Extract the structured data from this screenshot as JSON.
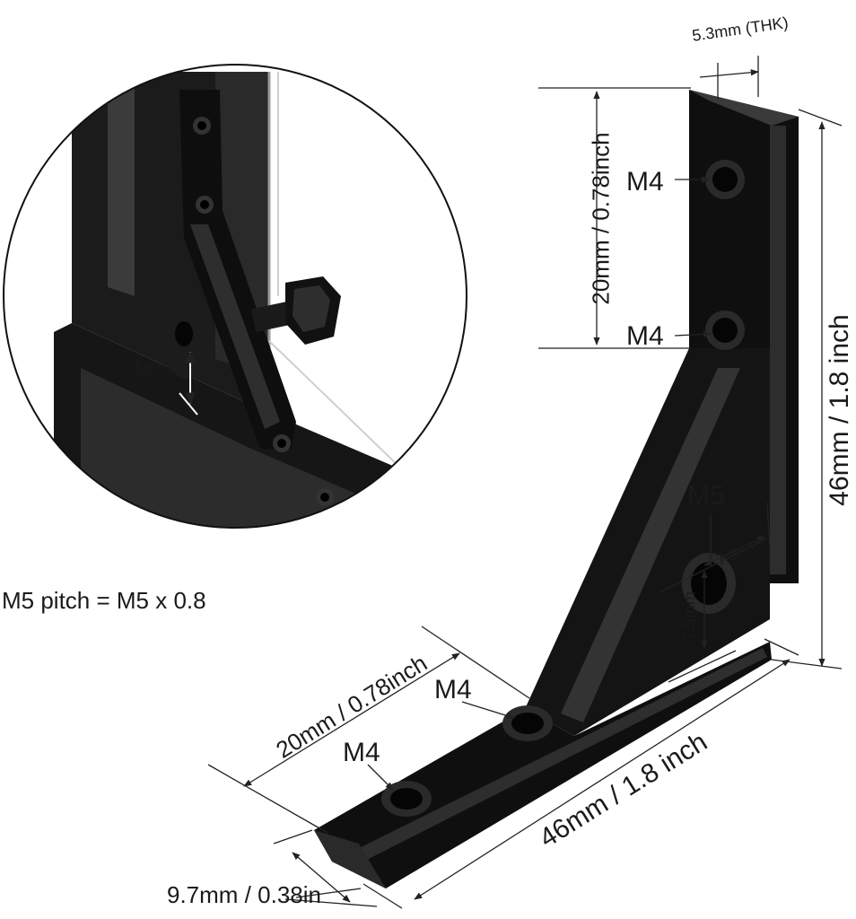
{
  "note": {
    "pitch_text": "M5 pitch = M5 x 0.8"
  },
  "detail": {
    "slot_label": "5mm"
  },
  "dimensions": {
    "thickness": "5.3mm (THK)",
    "vertical_hole_spacing": "20mm / 0.78inch",
    "height": "46mm / 1.8 inch",
    "horizontal_hole_spacing": "20mm / 0.78inch",
    "width": "46mm / 1.8 inch",
    "flange_width": "9.7mm / 0.38in",
    "m5_offset_x": "7.5mm",
    "m5_offset_y": "7.5mm"
  },
  "holes": {
    "m4_top": "M4",
    "m4_mid": "M4",
    "m5": "M5",
    "m4_bottom_right": "M4",
    "m4_bottom_left": "M4"
  },
  "colors": {
    "metal": "#111111",
    "highlight": "#3a3a3a",
    "dim_line": "#222222",
    "background": "#ffffff"
  }
}
